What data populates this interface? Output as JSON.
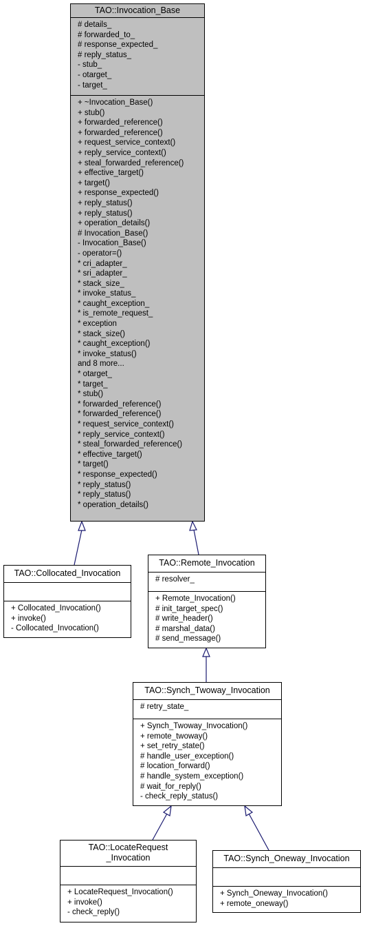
{
  "classes": {
    "invocation_base": {
      "name": "TAO::Invocation_Base",
      "attributes": [
        "# details_",
        "# forwarded_to_",
        "# response_expected_",
        "# reply_status_",
        "- stub_",
        "- otarget_",
        "- target_"
      ],
      "methods": [
        "+ ~Invocation_Base()",
        "+ stub()",
        "+ forwarded_reference()",
        "+ forwarded_reference()",
        "+ request_service_context()",
        "+ reply_service_context()",
        "+ steal_forwarded_reference()",
        "+ effective_target()",
        "+ target()",
        "+ response_expected()",
        "+ reply_status()",
        "+ reply_status()",
        "+ operation_details()",
        "# Invocation_Base()",
        "- Invocation_Base()",
        "- operator=()",
        "* cri_adapter_",
        "* sri_adapter_",
        "* stack_size_",
        "* invoke_status_",
        "* caught_exception_",
        "* is_remote_request_",
        "* exception",
        "* stack_size()",
        "* caught_exception()",
        "* invoke_status()",
        "and 8 more...",
        "* otarget_",
        "* target_",
        "* stub()",
        "* forwarded_reference()",
        "* forwarded_reference()",
        "* request_service_context()",
        "* reply_service_context()",
        "* steal_forwarded_reference()",
        "* effective_target()",
        "* target()",
        "* response_expected()",
        "* reply_status()",
        "* reply_status()",
        "* operation_details()"
      ]
    },
    "collocated": {
      "name": "TAO::Collocated_Invocation",
      "attributes": [],
      "methods": [
        "+ Collocated_Invocation()",
        "+ invoke()",
        "- Collocated_Invocation()"
      ]
    },
    "remote": {
      "name": "TAO::Remote_Invocation",
      "attributes": [
        "# resolver_"
      ],
      "methods": [
        "+ Remote_Invocation()",
        "# init_target_spec()",
        "# write_header()",
        "# marshal_data()",
        "# send_message()"
      ]
    },
    "synch_twoway": {
      "name": "TAO::Synch_Twoway_Invocation",
      "attributes": [
        "# retry_state_"
      ],
      "methods": [
        "+ Synch_Twoway_Invocation()",
        "+ remote_twoway()",
        "+ set_retry_state()",
        "# handle_user_exception()",
        "# location_forward()",
        "# handle_system_exception()",
        "# wait_for_reply()",
        "- check_reply_status()"
      ]
    },
    "locate_request": {
      "name": "TAO::LocateRequest\n_Invocation",
      "attributes": [],
      "methods": [
        "+ LocateRequest_Invocation()",
        "+ invoke()",
        "- check_reply()"
      ]
    },
    "synch_oneway": {
      "name": "TAO::Synch_Oneway_Invocation",
      "attributes": [],
      "methods": [
        "+ Synch_Oneway_Invocation()",
        "+ remote_oneway()"
      ]
    }
  },
  "colors": {
    "edge": "#191970",
    "base_fill": "#bfbfbf"
  }
}
